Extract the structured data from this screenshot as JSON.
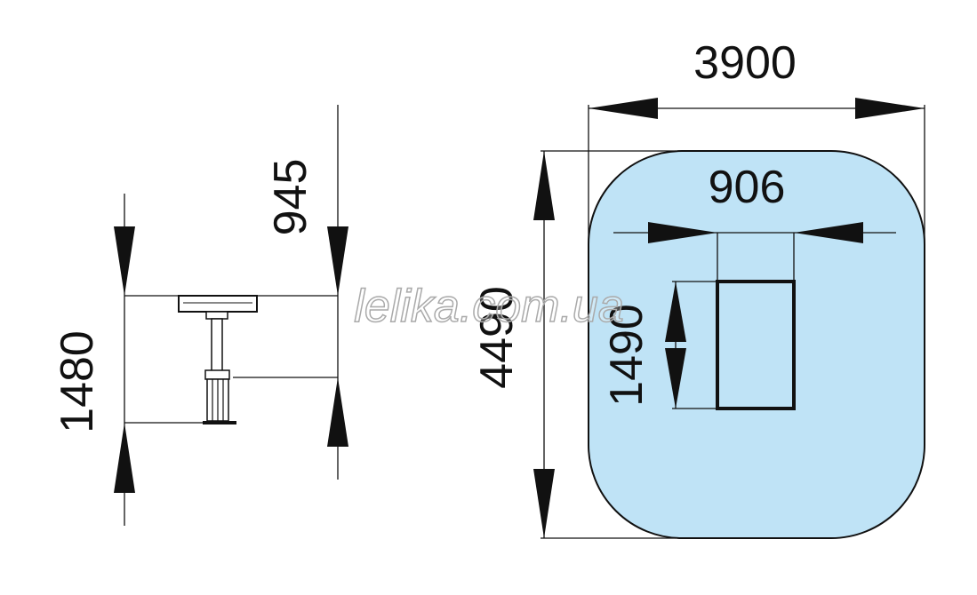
{
  "dimensions": {
    "width_total": "3900",
    "depth_total": "4490",
    "equipment_width": "906",
    "equipment_depth": "1490",
    "height_total": "1480",
    "depth_underground": "945"
  },
  "watermark": "lelika.com.ua",
  "colors": {
    "safety_zone_fill": "#bfe3f6",
    "outline": "#111111",
    "background": "#ffffff"
  }
}
